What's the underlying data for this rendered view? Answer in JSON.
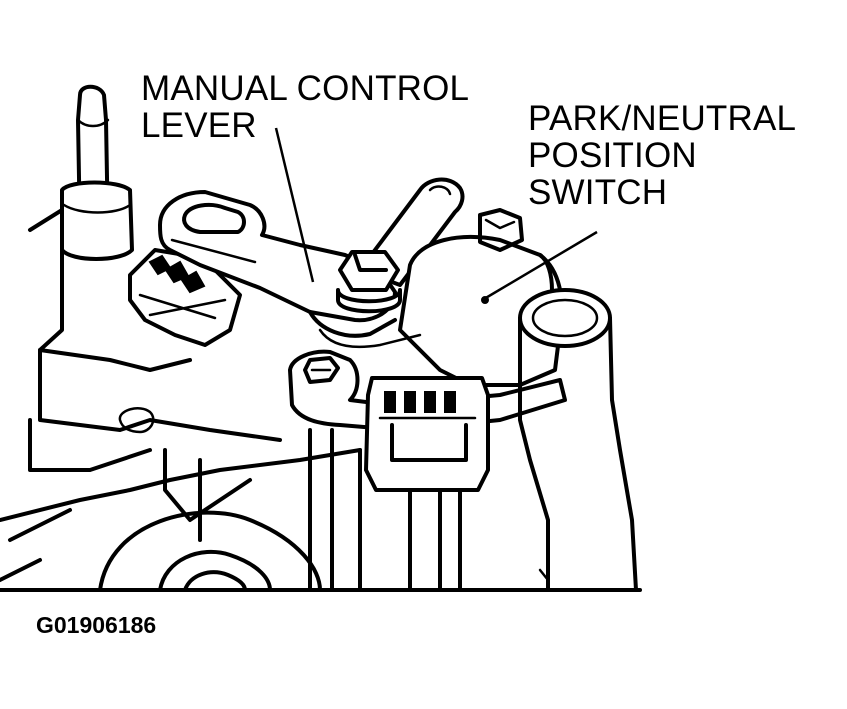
{
  "callouts": {
    "manual_control_lever": [
      "MANUAL CONTROL",
      "LEVER"
    ],
    "park_neutral_switch": [
      "PARK/NEUTRAL",
      "POSITION",
      "SWITCH"
    ]
  },
  "figure_id": "G01906186"
}
